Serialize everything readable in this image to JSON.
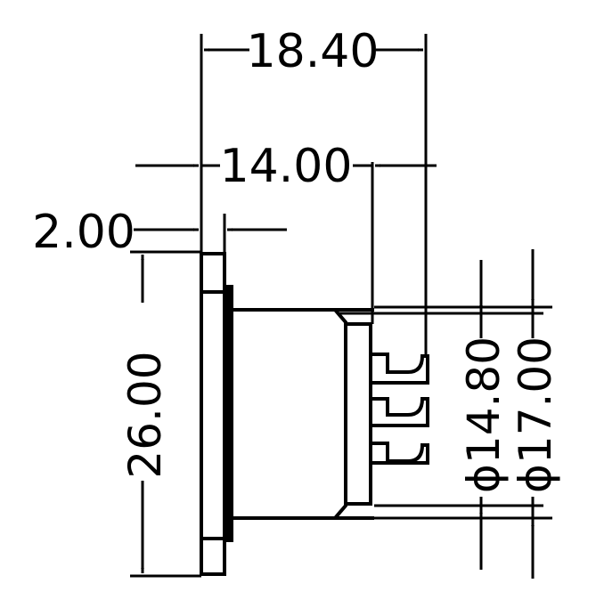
{
  "dimensions": {
    "overall_length": "18.40",
    "body_length": "14.00",
    "flange_thickness": "2.00",
    "flange_height": "26.00",
    "inner_diameter": "ϕ14.80",
    "outer_diameter": "ϕ17.00"
  },
  "colors": {
    "line": "#000000",
    "background": "#ffffff"
  }
}
